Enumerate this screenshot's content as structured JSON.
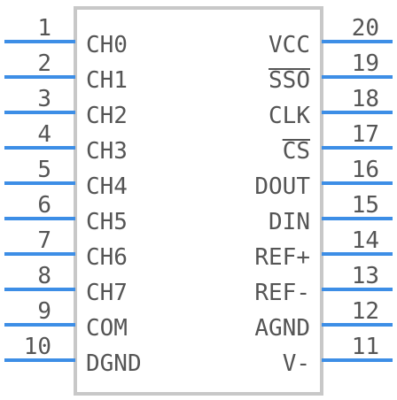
{
  "colors": {
    "body_outline": "#c8c8c8",
    "pin_line": "#3d8ee6",
    "text": "#555555"
  },
  "pins_left": [
    {
      "num": "1",
      "name": "CH0"
    },
    {
      "num": "2",
      "name": "CH1"
    },
    {
      "num": "3",
      "name": "CH2"
    },
    {
      "num": "4",
      "name": "CH3"
    },
    {
      "num": "5",
      "name": "CH4"
    },
    {
      "num": "6",
      "name": "CH5"
    },
    {
      "num": "7",
      "name": "CH6"
    },
    {
      "num": "8",
      "name": "CH7"
    },
    {
      "num": "9",
      "name": "COM"
    },
    {
      "num": "10",
      "name": "DGND"
    }
  ],
  "pins_right": [
    {
      "num": "20",
      "name": "VCC"
    },
    {
      "num": "19",
      "name": "SSO",
      "overbar": true
    },
    {
      "num": "18",
      "name": "CLK"
    },
    {
      "num": "17",
      "name": "CS",
      "overbar": true
    },
    {
      "num": "16",
      "name": "DOUT"
    },
    {
      "num": "15",
      "name": "DIN"
    },
    {
      "num": "14",
      "name": "REF+"
    },
    {
      "num": "13",
      "name": "REF-"
    },
    {
      "num": "12",
      "name": "AGND"
    },
    {
      "num": "11",
      "name": "V-"
    }
  ]
}
